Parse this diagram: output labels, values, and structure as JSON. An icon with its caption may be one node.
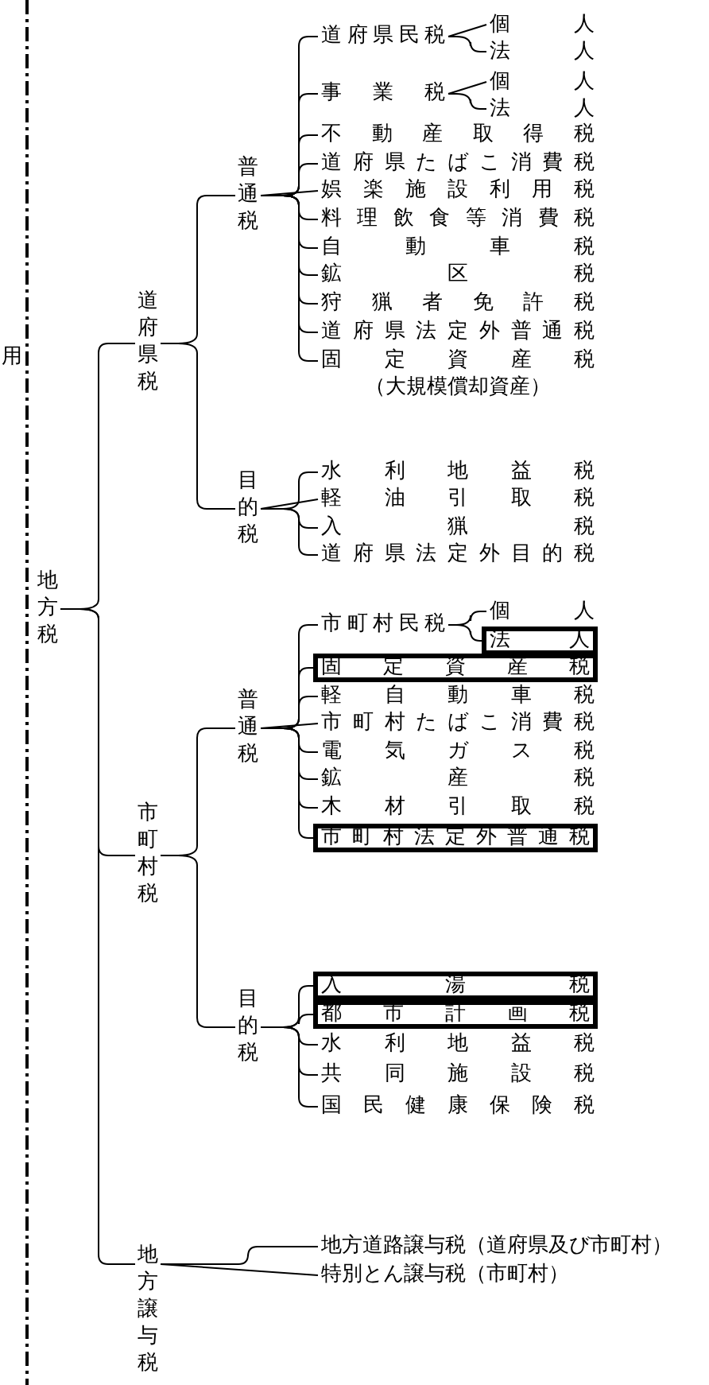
{
  "diagram": {
    "nodes": [
      {
        "text": [
          "地方税"
        ]
      },
      {
        "text": [
          "道府県税"
        ]
      },
      {
        "text": [
          "普通税"
        ]
      },
      {
        "text": [
          "道府県民税"
        ]
      },
      {
        "text": [
          "個人"
        ]
      },
      {
        "text": [
          "法人"
        ]
      },
      {
        "text": [
          "事業税"
        ]
      },
      {
        "text": [
          "個人"
        ]
      },
      {
        "text": [
          "法人"
        ]
      },
      {
        "text": [
          "不動産取得税"
        ]
      },
      {
        "text": [
          "道府県たばこ消費税"
        ]
      },
      {
        "text": [
          "娯楽施設利用税"
        ]
      },
      {
        "text": [
          "料理飲食等消費税"
        ]
      },
      {
        "text": [
          "自動車税"
        ]
      },
      {
        "text": [
          "鉱区税"
        ]
      },
      {
        "text": [
          "狩猟者免許税"
        ]
      },
      {
        "text": [
          "道府県法定外普通税"
        ]
      },
      {
        "text": [
          "固定資産税",
          "（大規模償却資産）"
        ]
      },
      {
        "text": [
          "目的税"
        ]
      },
      {
        "text": [
          "水利地益税"
        ]
      },
      {
        "text": [
          "軽油引取税"
        ]
      },
      {
        "text": [
          "入猟税"
        ]
      },
      {
        "text": [
          "道府県法定外目的税"
        ]
      },
      {
        "text": [
          "市町村税"
        ]
      },
      {
        "text": [
          "普通税"
        ]
      },
      {
        "text": [
          "市町村民税"
        ]
      },
      {
        "text": [
          "個人"
        ]
      },
      {
        "text": [
          "法人"
        ]
      },
      {
        "text": [
          "固定資産税"
        ]
      },
      {
        "text": [
          "軽自動車税"
        ]
      },
      {
        "text": [
          "市町村たばこ消費税"
        ]
      },
      {
        "text": [
          "電気ガス税"
        ]
      },
      {
        "text": [
          "鉱産税"
        ]
      },
      {
        "text": [
          "木材引取税"
        ]
      },
      {
        "text": [
          "市町村法定外普通税"
        ]
      },
      {
        "text": [
          "目的税"
        ]
      },
      {
        "text": [
          "入湯税"
        ]
      },
      {
        "text": [
          "都市計画税"
        ]
      },
      {
        "text": [
          "水利地益税"
        ]
      },
      {
        "text": [
          "共同施設税"
        ]
      },
      {
        "text": [
          "国民健康保険税"
        ]
      },
      {
        "text": [
          "地方譲与税"
        ]
      },
      {
        "text": [
          "地方道路譲与税（道府県及び市町村）"
        ]
      },
      {
        "text": [
          "特別とん譲与税（市町村）"
        ]
      }
    ],
    "edges": [
      {
        "from": 0,
        "to": 1,
        "arrow": "none"
      },
      {
        "from": 0,
        "to": 23,
        "arrow": "none"
      },
      {
        "from": 0,
        "to": 41,
        "arrow": "none"
      },
      {
        "from": 1,
        "to": 2,
        "arrow": "none"
      },
      {
        "from": 1,
        "to": 18,
        "arrow": "none"
      },
      {
        "from": 2,
        "to": 3,
        "arrow": "none"
      },
      {
        "from": 2,
        "to": 6,
        "arrow": "none"
      },
      {
        "from": 2,
        "to": 9,
        "arrow": "none"
      },
      {
        "from": 2,
        "to": 10,
        "arrow": "none"
      },
      {
        "from": 2,
        "to": 11,
        "arrow": "none"
      },
      {
        "from": 2,
        "to": 12,
        "arrow": "none"
      },
      {
        "from": 2,
        "to": 13,
        "arrow": "none"
      },
      {
        "from": 2,
        "to": 14,
        "arrow": "none"
      },
      {
        "from": 2,
        "to": 15,
        "arrow": "none"
      },
      {
        "from": 2,
        "to": 16,
        "arrow": "none"
      },
      {
        "from": 2,
        "to": 17,
        "arrow": "none"
      },
      {
        "from": 3,
        "to": 4,
        "arrow": "none"
      },
      {
        "from": 3,
        "to": 5,
        "arrow": "none"
      },
      {
        "from": 6,
        "to": 7,
        "arrow": "none"
      },
      {
        "from": 6,
        "to": 8,
        "arrow": "none"
      },
      {
        "from": 18,
        "to": 19,
        "arrow": "none"
      },
      {
        "from": 18,
        "to": 20,
        "arrow": "none"
      },
      {
        "from": 18,
        "to": 21,
        "arrow": "none"
      },
      {
        "from": 18,
        "to": 22,
        "arrow": "none"
      },
      {
        "from": 23,
        "to": 24,
        "arrow": "none"
      },
      {
        "from": 23,
        "to": 35,
        "arrow": "none"
      },
      {
        "from": 24,
        "to": 25,
        "arrow": "none"
      },
      {
        "from": 24,
        "to": 28,
        "arrow": "none"
      },
      {
        "from": 24,
        "to": 29,
        "arrow": "none"
      },
      {
        "from": 24,
        "to": 30,
        "arrow": "none"
      },
      {
        "from": 24,
        "to": 31,
        "arrow": "none"
      },
      {
        "from": 24,
        "to": 32,
        "arrow": "none"
      },
      {
        "from": 24,
        "to": 33,
        "arrow": "none"
      },
      {
        "from": 24,
        "to": 34,
        "arrow": "none"
      },
      {
        "from": 25,
        "to": 26,
        "arrow": "none"
      },
      {
        "from": 25,
        "to": 27,
        "arrow": "none"
      },
      {
        "from": 35,
        "to": 36,
        "arrow": "none"
      },
      {
        "from": 35,
        "to": 37,
        "arrow": "none"
      },
      {
        "from": 35,
        "to": 38,
        "arrow": "none"
      },
      {
        "from": 35,
        "to": 39,
        "arrow": "none"
      },
      {
        "from": 35,
        "to": 40,
        "arrow": "none"
      },
      {
        "from": 41,
        "to": 42,
        "arrow": "none"
      },
      {
        "from": 41,
        "to": 43,
        "arrow": "none"
      }
    ],
    "labels": [
      "用"
    ]
  }
}
